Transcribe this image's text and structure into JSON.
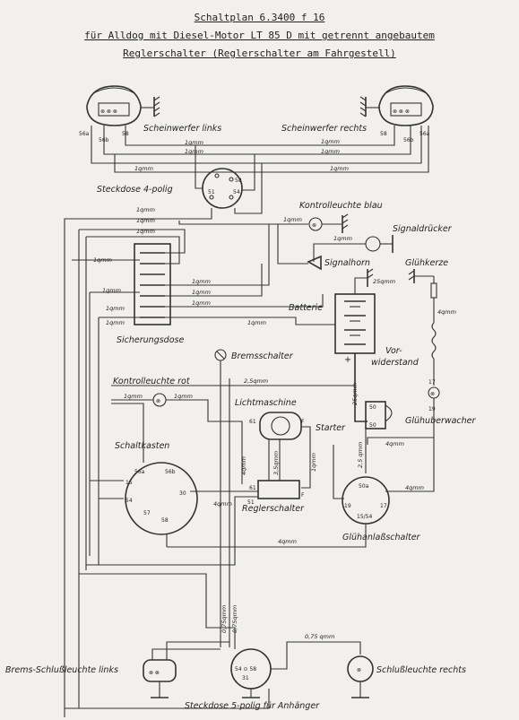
{
  "title": {
    "line1": "Schaltplan 6.3400 f 16",
    "line2": "für Alldog mit Diesel-Motor LT 85 D mit getrennt angebautem",
    "line3": "Reglerschalter (Reglerschalter am Fahrgestell)"
  },
  "labels": {
    "headlight_left": "Scheinwerfer links",
    "headlight_right": "Scheinwerfer rechts",
    "socket4": "Steckdose 4-polig",
    "ctrl_blue": "Kontrolleuchte blau",
    "signal_button": "Signaldrücker",
    "horn": "Signalhorn",
    "glow_plug": "Glühkerze",
    "battery": "Batterie",
    "fuse_box": "Sicherungsdose",
    "brake_switch": "Bremsschalter",
    "pre_resistor": "Vor-\nwiderstand",
    "ctrl_red": "Kontrolleuchte rot",
    "dynamo": "Lichtmaschine",
    "starter": "Starter",
    "glow_monitor": "Glühuberwacher",
    "switch_box": "Schaltkasten",
    "regulator": "Reglerschalter",
    "glow_start_switch": "Glühanlaßschalter",
    "tail_left": "Brems-Schlußleuchte links",
    "tail_right": "Schlußleuchte rechts",
    "socket5": "Steckdose 5-polig für Anhänger"
  },
  "wires": {
    "w1": "1qmm",
    "w4": "4qmm",
    "w25": "25qmm",
    "w2_5": "2,5qmm",
    "w2_5v": "2,5 qmm",
    "w25v": "25qmm",
    "w075": "0,75qmm",
    "w075b": "0,75 qmm",
    "w35": "3,5qmm"
  },
  "terminals": {
    "t56a": "56a",
    "t56b": "56b",
    "t58": "58",
    "t51": "51",
    "t54": "54",
    "t30": "30",
    "t15": "15",
    "t57": "57",
    "t61": "61",
    "tF": "F",
    "t50": "50",
    "t50a": "50a",
    "t19": "19",
    "t17": "17",
    "t1554": "15/54",
    "plus": "+",
    "minus": "-"
  }
}
